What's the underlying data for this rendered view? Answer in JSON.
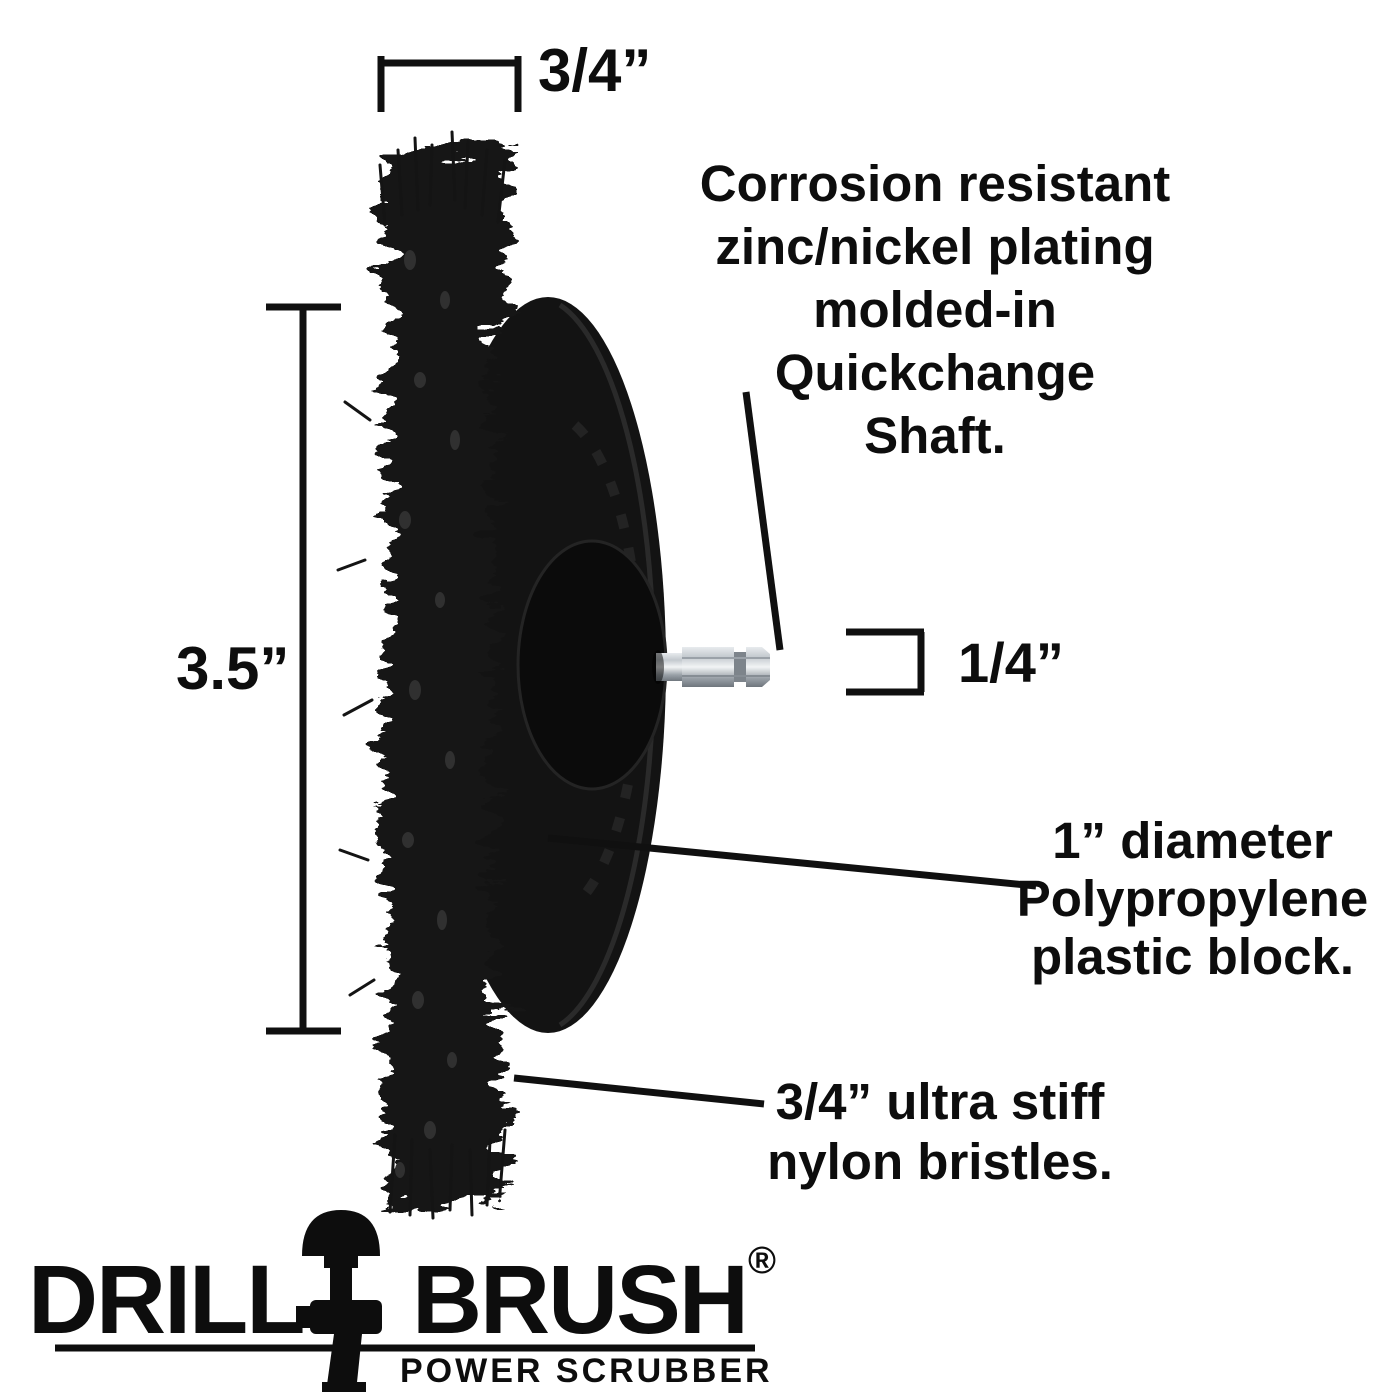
{
  "dimensions": {
    "bristle_width_label": "3/4”",
    "diameter_label": "3.5”",
    "shaft_label": "1/4”"
  },
  "annotations": {
    "shaft_note": {
      "lines": [
        "Corrosion resistant",
        "zinc/nickel plating",
        "molded-in",
        "Quickchange",
        "Shaft."
      ]
    },
    "block_note": {
      "lines": [
        "1” diameter",
        "Polypropylene",
        "plastic block."
      ]
    },
    "bristle_note": {
      "lines": [
        "3/4” ultra stiff",
        "nylon bristles."
      ]
    }
  },
  "logo": {
    "word_left": "DRILL",
    "word_right": "BRUSH",
    "registered_mark": "®",
    "tagline": "POWER SCRUBBER"
  },
  "colors": {
    "background": "#ffffff",
    "ink": "#0d0d0d",
    "brush_black": "#141414",
    "hub_black": "#0b0b0b",
    "metal_light": "#e8ebee",
    "metal_dark": "#6f767d"
  }
}
